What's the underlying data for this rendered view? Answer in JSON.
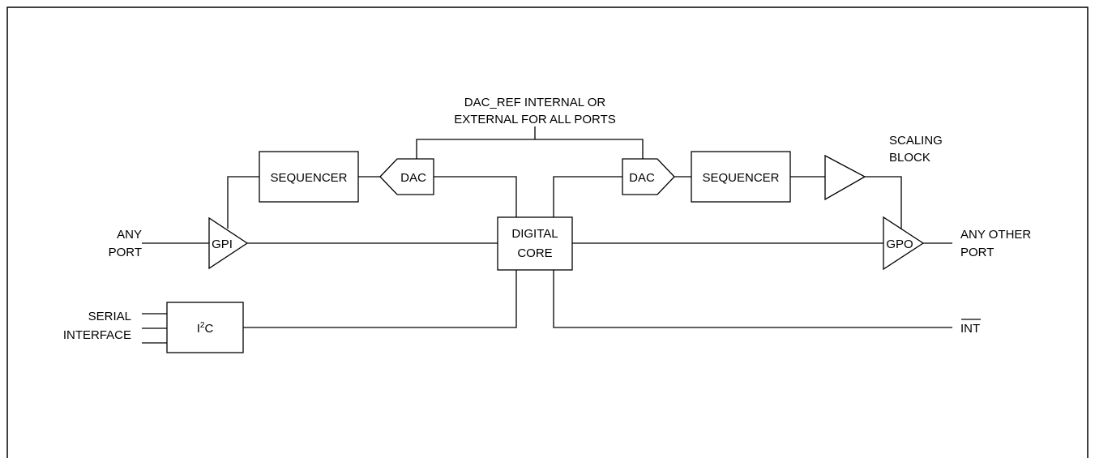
{
  "labels": {
    "dac_ref_line1": "DAC_REF INTERNAL OR",
    "dac_ref_line2": "EXTERNAL FOR ALL PORTS",
    "sequencer_left": "SEQUENCER",
    "dac_left": "DAC",
    "dac_right": "DAC",
    "sequencer_right": "SEQUENCER",
    "scaling_line1": "SCALING",
    "scaling_line2": "BLOCK",
    "any_port_line1": "ANY",
    "any_port_line2": "PORT",
    "gpi": "GPI",
    "digital_core_line1": "DIGITAL",
    "digital_core_line2": "CORE",
    "gpo": "GPO",
    "any_other_port_line1": "ANY OTHER",
    "any_other_port_line2": "PORT",
    "serial_line1": "SERIAL",
    "serial_line2": "INTERFACE",
    "i2c_prefix": "I",
    "i2c_sup": "2",
    "i2c_suffix": "C",
    "int": "INT"
  }
}
